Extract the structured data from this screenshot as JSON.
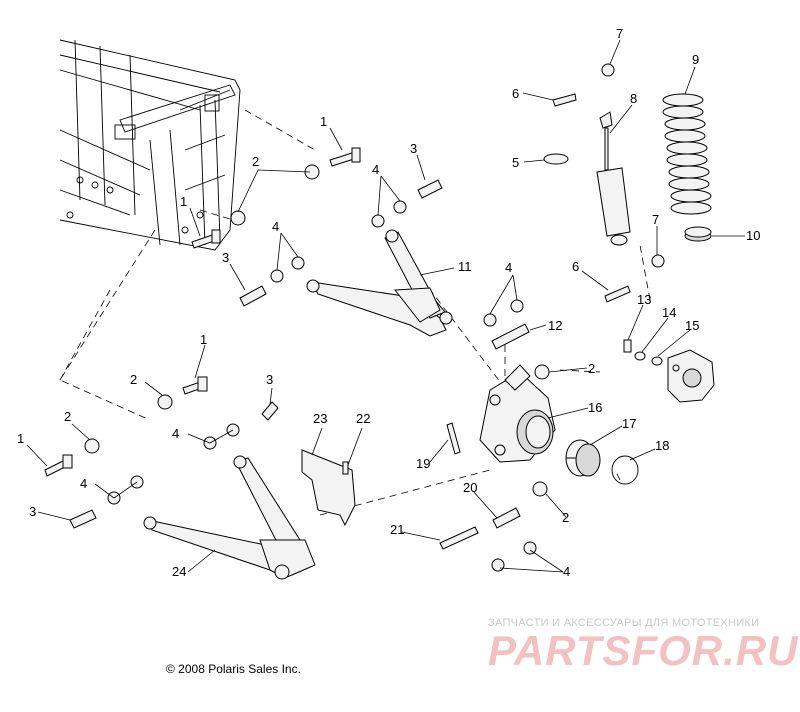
{
  "diagram": {
    "copyright": "© 2008 Polaris Sales Inc.",
    "callouts": [
      "1",
      "2",
      "3",
      "4",
      "5",
      "6",
      "7",
      "8",
      "9",
      "10",
      "11",
      "12",
      "13",
      "14",
      "15",
      "16",
      "17",
      "18",
      "19",
      "20",
      "21",
      "22",
      "23",
      "24"
    ]
  },
  "watermark": {
    "tagline": "ЗАПЧАСТИ И АКСЕССУАРЫ ДЛЯ МОТОТЕХНИКИ",
    "brand": "PARTSFOR.RU",
    "color": "#f3c1c1"
  }
}
